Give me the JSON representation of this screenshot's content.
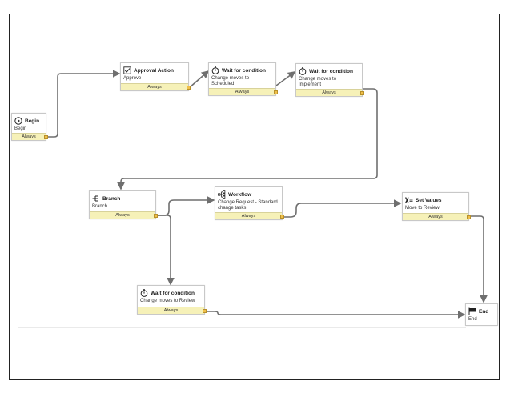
{
  "nodes": {
    "begin": {
      "title": "Begin",
      "desc": "Begin",
      "cond": "Always",
      "icon": "play-circle-icon"
    },
    "approval": {
      "title": "Approval Action",
      "desc": "Approve",
      "cond": "Always",
      "icon": "checkbox-icon"
    },
    "wait1": {
      "title": "Wait for condition",
      "desc": "Change moves to Scheduled",
      "cond": "Always",
      "icon": "stopwatch-icon"
    },
    "wait2": {
      "title": "Wait for condition",
      "desc": "Change moves to Implement",
      "cond": "Always",
      "icon": "stopwatch-icon"
    },
    "branch": {
      "title": "Branch",
      "desc": "Branch",
      "cond": "Always",
      "icon": "branch-icon"
    },
    "workflow": {
      "title": "Workflow",
      "desc": "Change Request - Standard change tasks",
      "cond": "Always",
      "icon": "workflow-icon"
    },
    "setvalues": {
      "title": "Set Values",
      "desc": "Move to Review",
      "cond": "Always",
      "icon": "set-values-icon"
    },
    "wait3": {
      "title": "Wait for condition",
      "desc": "Change moves to Review",
      "cond": "Always",
      "icon": "stopwatch-icon"
    },
    "end": {
      "title": "End",
      "desc": "End",
      "icon": "flag-icon"
    }
  },
  "colors": {
    "connector": "#6f6f6f",
    "condition_bg": "#f6f1b8",
    "port": "#f0c04a"
  }
}
